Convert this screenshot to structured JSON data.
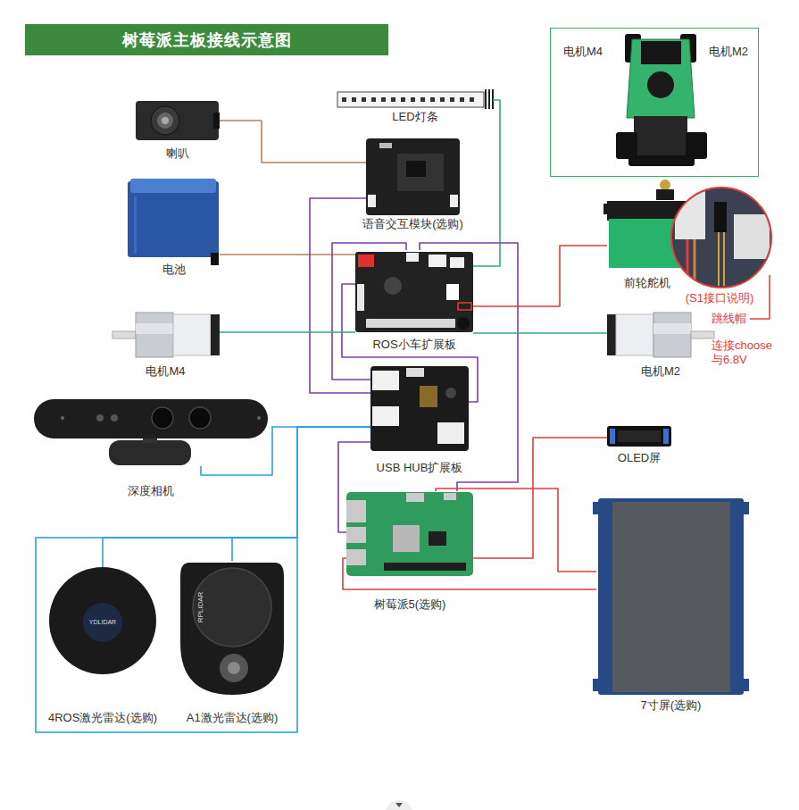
{
  "diagram": {
    "title": "树莓派主板接线示意图",
    "nodes": [
      {
        "text": [
          "LED灯条"
        ]
      },
      {
        "text": [
          "电机M4",
          "电机M2"
        ]
      },
      {
        "text": [
          "喇叭"
        ]
      },
      {
        "text": [
          "语音交互模块(选购)"
        ]
      },
      {
        "text": [
          "电池"
        ]
      },
      {
        "text": [
          "前轮舵机"
        ]
      },
      {
        "text": [
          "ROS小车扩展板"
        ]
      },
      {
        "text": [
          "电机M4"
        ]
      },
      {
        "text": [
          "电机M2"
        ]
      },
      {
        "text": [
          "USB HUB扩展板"
        ]
      },
      {
        "text": [
          "深度相机"
        ]
      },
      {
        "text": [
          "OLED屏"
        ]
      },
      {
        "text": [
          "树莓派5(选购)"
        ]
      },
      {
        "text": [
          "7寸屏(选购)"
        ]
      },
      {
        "text": [
          "4ROS激光雷达(选购)"
        ]
      },
      {
        "text": [
          "A1激光雷达(选购)"
        ]
      }
    ],
    "edges": [
      {
        "from": 2,
        "to": 3,
        "arrow": "none"
      },
      {
        "from": 4,
        "to": 6,
        "arrow": "none"
      },
      {
        "from": 0,
        "to": 6,
        "arrow": "none"
      },
      {
        "from": 3,
        "to": 9,
        "arrow": "none"
      },
      {
        "from": 6,
        "to": 9,
        "arrow": "none"
      },
      {
        "from": 6,
        "to": 9,
        "arrow": "none"
      },
      {
        "from": 6,
        "to": 12,
        "arrow": "none"
      },
      {
        "from": 9,
        "to": 12,
        "arrow": "none"
      },
      {
        "from": 7,
        "to": 6,
        "arrow": "none"
      },
      {
        "from": 8,
        "to": 6,
        "arrow": "none"
      },
      {
        "from": 5,
        "to": 6,
        "arrow": "none"
      },
      {
        "from": 10,
        "to": 9,
        "arrow": "none"
      },
      {
        "from": 14,
        "to": 9,
        "arrow": "none"
      },
      {
        "from": 15,
        "to": 9,
        "arrow": "none"
      },
      {
        "from": 11,
        "to": 12,
        "arrow": "none"
      },
      {
        "from": 13,
        "to": 12,
        "arrow": "none"
      },
      {
        "from": 13,
        "to": 12,
        "arrow": "none"
      }
    ],
    "labels": [
      "(S1接口说明)",
      "跳线帽",
      "连接choose 与6.8V",
      "YDLIDAR",
      "RPLIDAR"
    ]
  }
}
